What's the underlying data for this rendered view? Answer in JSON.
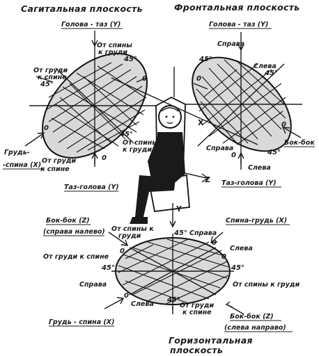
{
  "titles": {
    "sagittal": "Сагитальная плоскость",
    "frontal": "Фронтальная плоскость",
    "horizontal_line1": "Горизонтальная",
    "horizontal_line2": "плоскость"
  },
  "sagittal": {
    "top_axis": "Голова - таз (Y)",
    "bottom_axis": "Таз-голова (Y)",
    "left_axis_line1": "Грудь-",
    "left_axis_line2": "-спина (X)",
    "top_dir_line1": "От спины",
    "top_dir_line2": "к груди",
    "left_dir_line1": "От груди",
    "left_dir_line2": "к спине",
    "inner_dir_line1": "От спины",
    "inner_dir_line2": "к груди",
    "bottom_dir_line1": "От груди",
    "bottom_dir_line2": "к спине",
    "deg_top_right": "45°",
    "deg_top_inner": "0",
    "deg_left": "45°",
    "deg_left_zero": "0",
    "deg_bottom": "45°",
    "deg_bottom_zero": "0"
  },
  "frontal": {
    "top_axis": "Голова - таз (Y)",
    "bottom_axis": "Таз-голова (Y)",
    "right_axis": "Бок-бок",
    "top_right_dir": "Справа",
    "top_left_dir": "Слева",
    "bottom_left_dir": "Справа",
    "bottom_right_dir": "Слева",
    "deg_top_left": "45°",
    "deg_top_left_zero": "0",
    "deg_top_right": "45°",
    "deg_right_zero": "0",
    "deg_bottom": "45°",
    "deg_bottom_zero": "0",
    "axis_x": "X"
  },
  "horizontal": {
    "left_axis_line1": "Бок-бок (Z)",
    "left_axis_line2": "(справа налево)",
    "right_axis": "Спина-грудь (X)",
    "bottom_left_axis": "Грудь - спина (X)",
    "bottom_right_axis_line1": "Бок-бок (Z)",
    "bottom_right_axis_line2": "(слева направо)",
    "top_dir_line1": "От спины к",
    "top_dir_line2": "груди",
    "left_dir": "От груди к спине",
    "top_right_dir": "Справа",
    "right_dir": "Слева",
    "right_low_dir": "От спины к груди",
    "left_low_dir": "Справа",
    "bottom_left_dir": "Слева",
    "bottom_dir_line1": "От груди",
    "bottom_dir_line2": "к спине",
    "deg_top": "45°",
    "deg_top_zero": "0",
    "deg_right": "45°",
    "deg_right_zero": "0",
    "deg_left": "45°",
    "deg_left_zero": "0",
    "deg_bottom": "45°",
    "deg_bottom_zero": "0"
  },
  "axes": {
    "z": "Z",
    "y": "Y"
  }
}
